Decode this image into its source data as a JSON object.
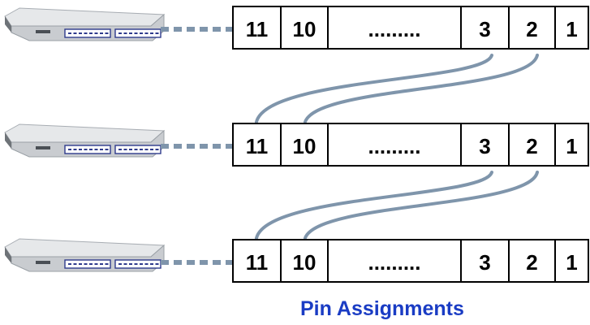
{
  "caption": "Pin Assignments",
  "colors": {
    "cable": "#7f95ab",
    "dash": "#7f95ab",
    "caption": "#1a3cc4",
    "cell_border": "#000000",
    "switch_body": "#c9ccd0",
    "switch_top": "#e6e8ea"
  },
  "icons": [
    "network-switch-icon"
  ],
  "stack": [
    {
      "cells": [
        "11",
        "10",
        ".........",
        "3",
        "2",
        "1"
      ]
    },
    {
      "cells": [
        "11",
        "10",
        ".........",
        "3",
        "2",
        "1"
      ]
    },
    {
      "cells": [
        "11",
        "10",
        ".........",
        "3",
        "2",
        "1"
      ]
    }
  ]
}
